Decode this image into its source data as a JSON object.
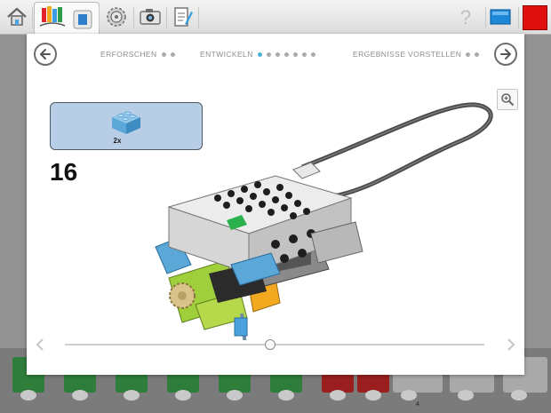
{
  "navigation": {
    "stages": [
      {
        "label": "ERFORSCHEN",
        "dots": 2,
        "active_dot": -1
      },
      {
        "label": "ENTWICKELN",
        "dots": 7,
        "active_dot": 0
      },
      {
        "label": "ERGEBNISSE VORSTELLEN",
        "dots": 2,
        "active_dot": -1
      }
    ]
  },
  "instructions": {
    "step_number": "16",
    "parts_quantity": "2x",
    "slider_progress": 0.49
  },
  "program": {
    "counter": "4"
  },
  "colors": {
    "accent_dot": "#4bb3d8",
    "parts_box_bg": "#b8cde6",
    "stop_red": "#e01010",
    "display_blue": "#1e88d8"
  },
  "icons": {
    "home": "home-icon",
    "documentation": "documentation-icon",
    "gear": "gear-icon",
    "camera": "camera-icon",
    "notes": "notes-icon",
    "help": "help-icon",
    "display": "display-icon",
    "stop": "stop-icon"
  }
}
